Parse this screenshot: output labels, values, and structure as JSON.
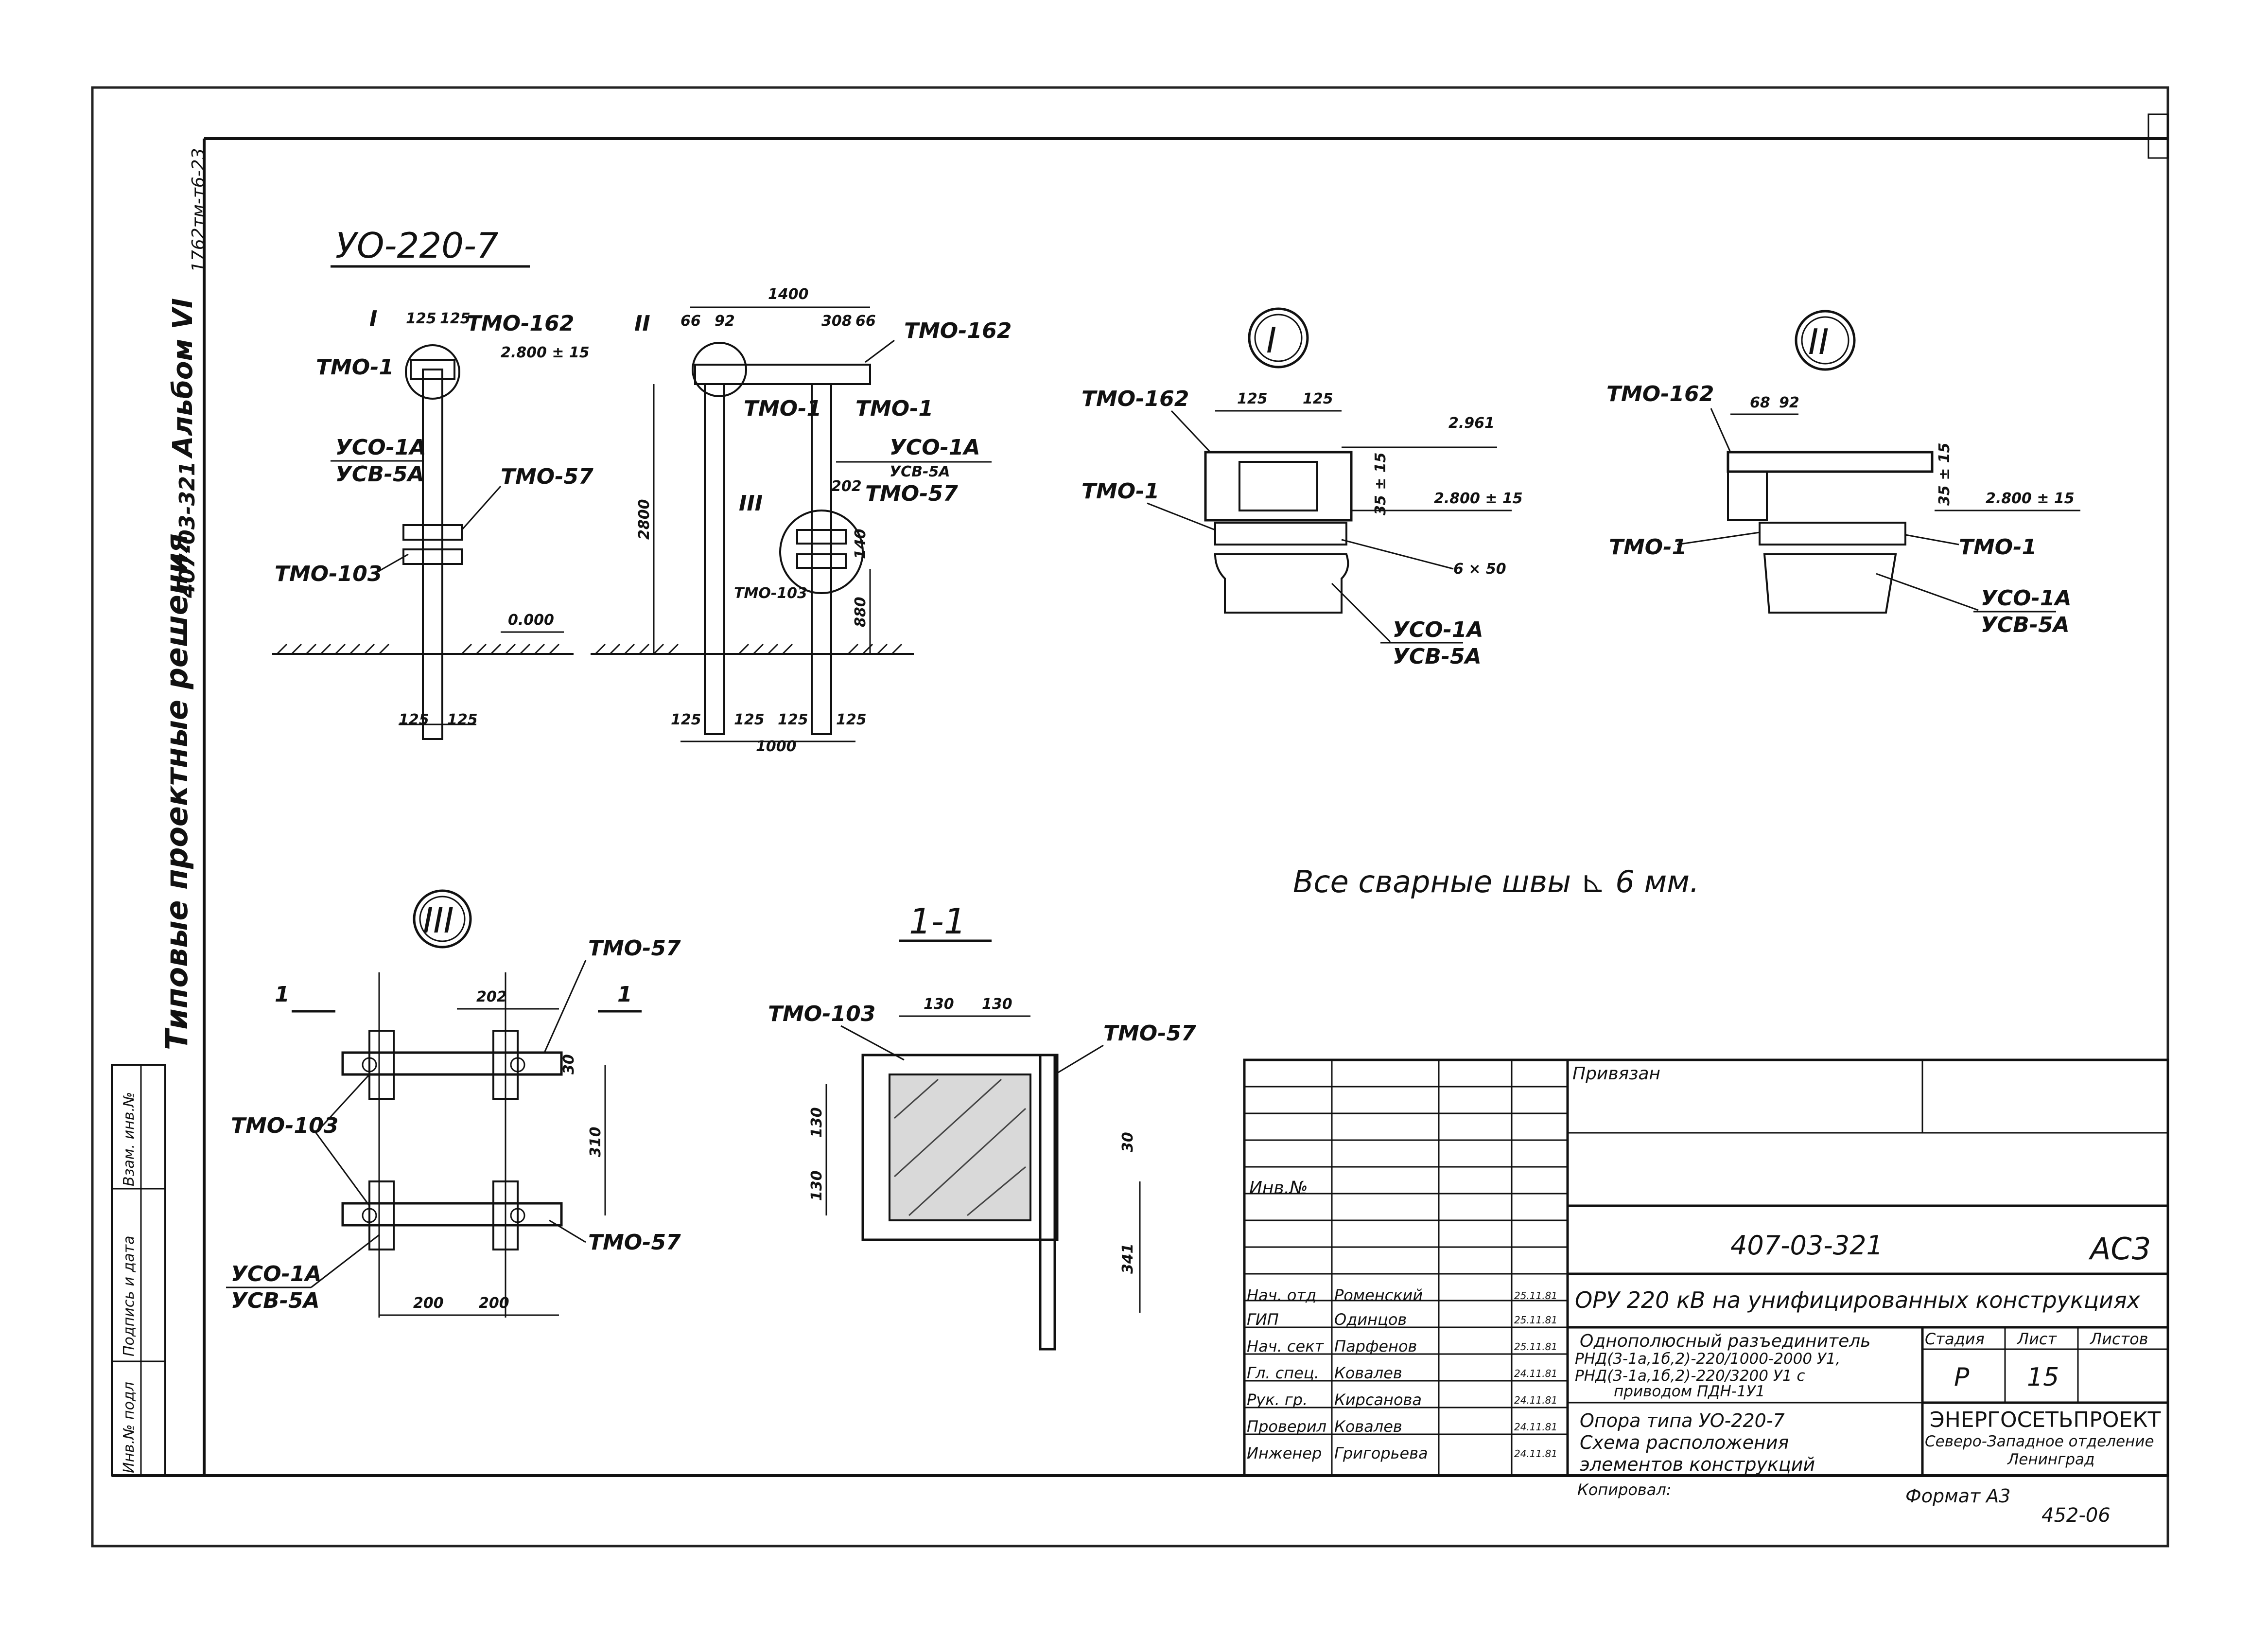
{
  "margin_text": {
    "album_code": "1762тм-т6-23",
    "doc_number": "407-03-321",
    "album": "Альбом VI",
    "series_line1": "Типовые проектные решения"
  },
  "left_strip": [
    "Инв.№ подл",
    "Подпись и дата",
    "Взам. инв.№"
  ],
  "views": {
    "main_title": "УО-220-7",
    "mark_I": "I",
    "mark_II": "II",
    "mark_III": "III",
    "section_title": "1-1",
    "section_mark": "1"
  },
  "labels": {
    "tmo162": "ТМО-162",
    "tmo1": "ТМО-1",
    "tmo57": "ТМО-57",
    "tmo103": "ТМО-103",
    "uso1a": "УСО-1А",
    "usv5a": "УСВ-5А",
    "lvl_2800": "2.800 ± 15",
    "lvl_2961": "2.961",
    "lvl_0": "0.000",
    "weld": "6 × 50",
    "tol": "35 ± 15"
  },
  "dims": {
    "d125": "125",
    "d66": "66",
    "d92": "92",
    "d308": "308",
    "d1400": "1400",
    "d2800": "2800",
    "d880": "880",
    "d1000": "1000",
    "d130": "130",
    "d202": "202",
    "d310": "310",
    "d200": "200",
    "d341": "341",
    "d68": "68",
    "d30": "30",
    "d35": "35",
    "d140": "140"
  },
  "note": "Все сварные швы  ⊾ 6 мм.",
  "title_block": {
    "privyazan": "Привязан",
    "inv": "Инв.№",
    "code": "407-03-321",
    "sheet_code": "АС3",
    "project": "ОРУ 220 кВ на унифицированных конструкциях",
    "desc1": "Однополюсный разъединитель",
    "desc2": "РНД(3-1а,1б,2)-220/1000-2000 У1,",
    "desc3": "РНД(3-1а,1б,2)-220/3200 У1 с",
    "desc4": "приводом ПДН-1У1",
    "obj1": "Опора типа УО-220-7",
    "obj2": "Схема расположения",
    "obj3": "элементов конструкций",
    "stage_h": "Стадия",
    "sheet_h": "Лист",
    "sheets_h": "Листов",
    "stage": "Р",
    "sheet": "15",
    "org1": "ЭНЕРГОСЕТЬПРОЕКТ",
    "org2": "Северо-Западное отделение",
    "org3": "Ленинград",
    "copied": "Копировал:",
    "format": "Формат А3",
    "stamp": "452-06",
    "staff": [
      {
        "role": "Нач. отд",
        "name": "Роменский",
        "date": "25.11.81"
      },
      {
        "role": "ГИП",
        "name": "Одинцов",
        "date": "25.11.81"
      },
      {
        "role": "Нач. сект",
        "name": "Парфенов",
        "date": "25.11.81"
      },
      {
        "role": "Гл. спец.",
        "name": "Ковалев",
        "date": "24.11.81"
      },
      {
        "role": "Рук. гр.",
        "name": "Кирсанова",
        "date": "24.11.81"
      },
      {
        "role": "Проверил",
        "name": "Ковалев",
        "date": "24.11.81"
      },
      {
        "role": "Инженер",
        "name": "Григорьева",
        "date": "24.11.81"
      }
    ]
  }
}
